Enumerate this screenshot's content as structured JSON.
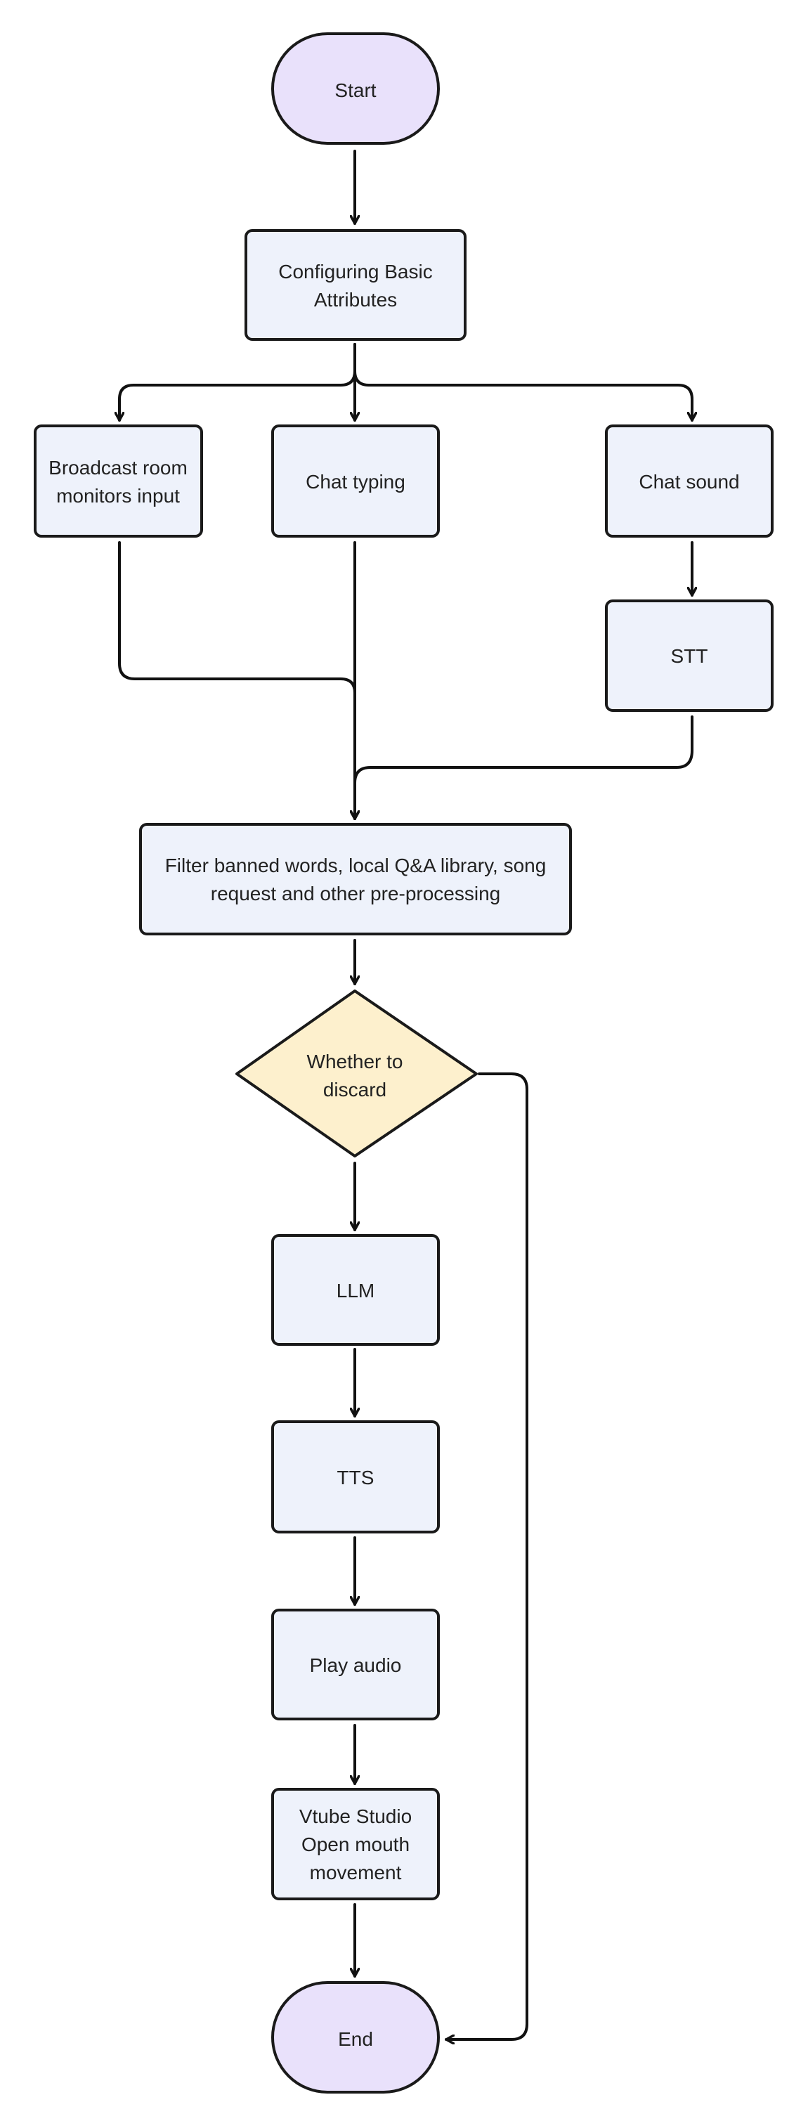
{
  "colors": {
    "background": "#ffffff",
    "terminal_fill": "#e9e1fb",
    "process_fill": "#eef2fb",
    "decision_fill": "#fdf0cd",
    "stroke": "#1a1a1a"
  },
  "nodes": {
    "start": {
      "label": [
        "Start"
      ]
    },
    "configure": {
      "label": [
        "Configuring Basic",
        "Attributes"
      ]
    },
    "broadcast": {
      "label": [
        "Broadcast room",
        "monitors input"
      ]
    },
    "chat_typing": {
      "label": [
        "Chat typing"
      ]
    },
    "chat_sound": {
      "label": [
        "Chat sound"
      ]
    },
    "stt": {
      "label": [
        "STT"
      ]
    },
    "filter": {
      "label": [
        "Filter banned words, local Q&A library, song",
        "request and other pre-processing"
      ]
    },
    "discard": {
      "label": [
        "Whether to",
        "discard"
      ]
    },
    "llm": {
      "label": [
        "LLM"
      ]
    },
    "tts": {
      "label": [
        "TTS"
      ]
    },
    "play_audio": {
      "label": [
        "Play audio"
      ]
    },
    "vtube": {
      "label": [
        "Vtube Studio",
        "Open mouth",
        "movement"
      ]
    },
    "end": {
      "label": [
        "End"
      ]
    }
  }
}
